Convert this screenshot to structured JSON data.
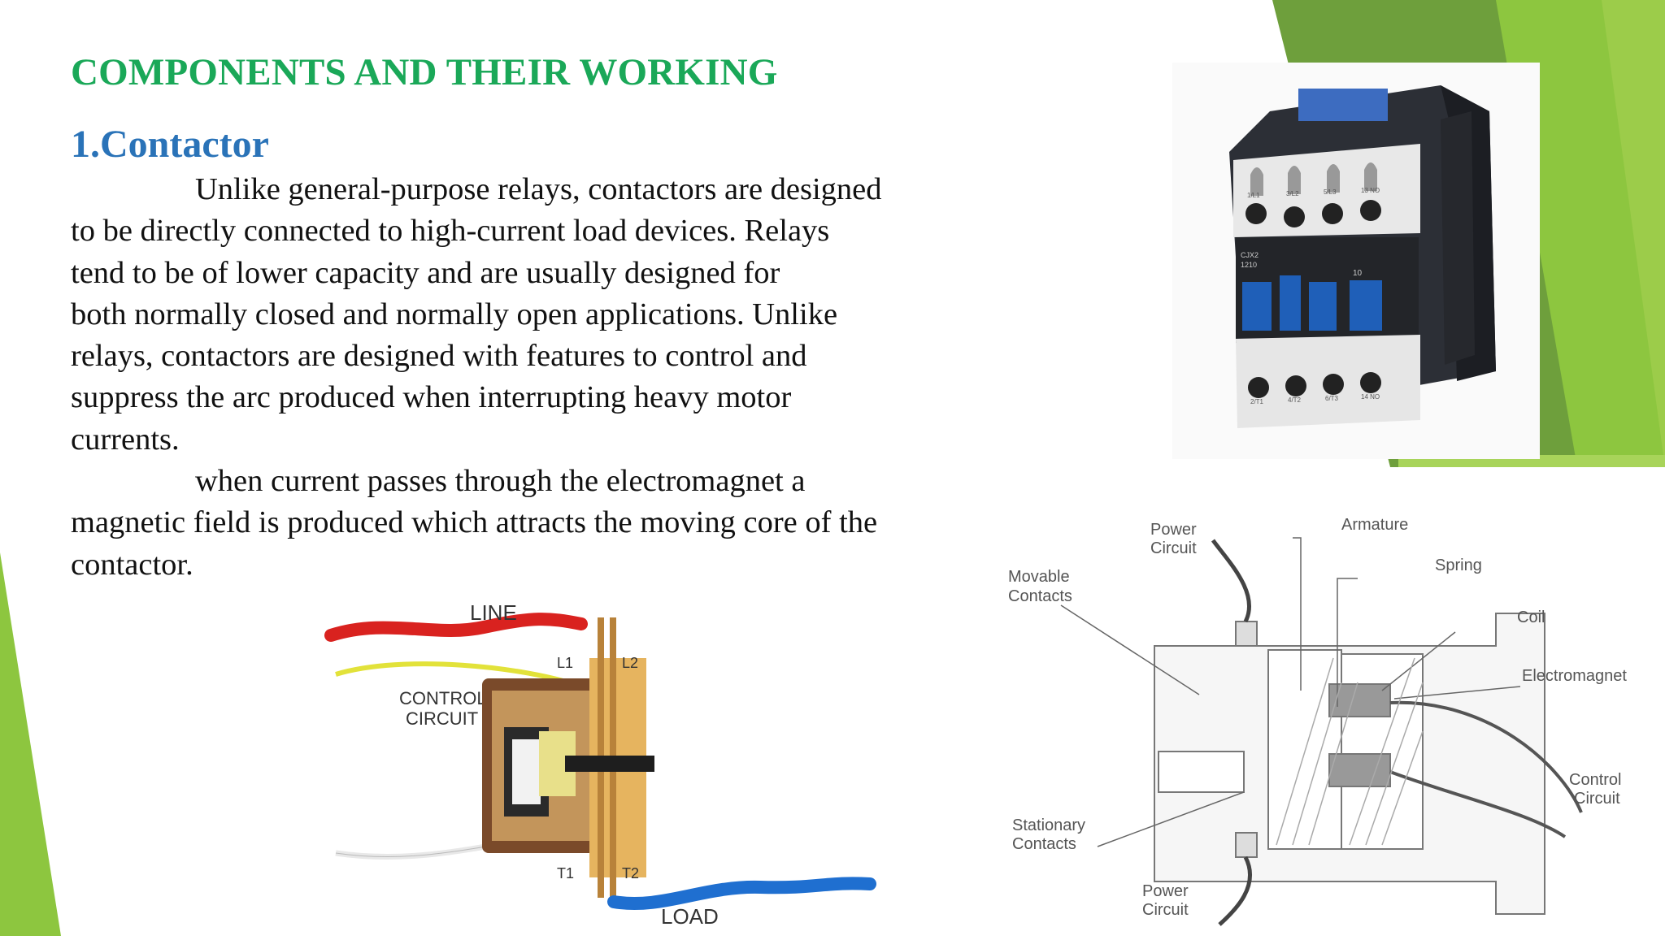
{
  "slide": {
    "title": "COMPONENTS AND THEIR WORKING",
    "heading": "1.Contactor",
    "paragraph_lines": [
      "Unlike general-purpose relays, contactors are designed",
      "to be directly connected to high-current load devices. Relays",
      "tend to be of lower capacity and are usually designed for",
      "both normally closed and normally open applications. Unlike",
      "relays, contactors are designed with features to control and",
      "suppress the arc produced when interrupting heavy motor",
      "currents.",
      "when current passes through the electromagnet a",
      "magnetic field is produced which attracts the moving core of the",
      "contactor."
    ]
  },
  "contactor_photo": {
    "terminals_top": [
      "1/L1",
      "3/L2",
      "5/L3",
      "13 NO"
    ],
    "model": "CJX2\n1210",
    "model_line1": "CJX2",
    "model_line2": "1210",
    "aux": "10",
    "terminals_bottom": [
      "2/T1",
      "4/T2",
      "6/T3",
      "14 NO"
    ]
  },
  "wiring_diagram": {
    "line_label": "LINE",
    "load_label": "LOAD",
    "control_label_1": "CONTROL",
    "control_label_2": "CIRCUIT",
    "l1": "L1",
    "l2": "L2",
    "t1": "T1",
    "t2": "T2"
  },
  "cross_section": {
    "power_circuit_top_1": "Power",
    "power_circuit_top_2": "Circuit",
    "armature": "Armature",
    "spring": "Spring",
    "movable_1": "Movable",
    "movable_2": "Contacts",
    "coil": "Coil",
    "electromagnet": "Electromagnet",
    "control_1": "Control",
    "control_2": "Circuit",
    "stationary_1": "Stationary",
    "stationary_2": "Contacts",
    "power_circuit_bottom_1": "Power",
    "power_circuit_bottom_2": "Circuit"
  },
  "colors": {
    "title": "#1aa858",
    "heading": "#2a73b8",
    "accent_green_dark": "#6e9f3c",
    "accent_green_light": "#8dc63f"
  }
}
